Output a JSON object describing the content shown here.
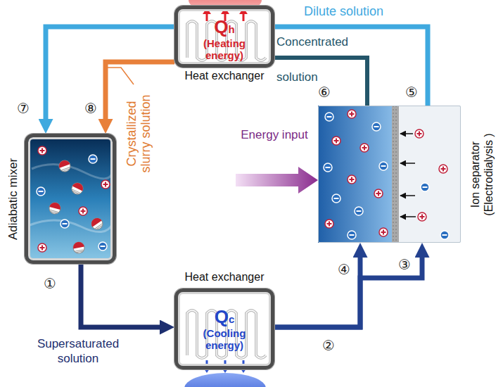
{
  "diagram": {
    "nodes": [
      {
        "text": [
          "Qh",
          "(Heating energy)",
          "Heat exchanger"
        ]
      },
      {
        "text": [
          "Adiabatic mixer"
        ]
      },
      {
        "text": [
          "Ion separator (Electrodialysis )"
        ]
      },
      {
        "text": [
          "Heat exchanger",
          "Qc",
          "(Cooling energy)"
        ]
      }
    ],
    "edges": [
      {
        "from": 2,
        "to": 0,
        "arrow": "none",
        "label": "Dilute solution"
      },
      {
        "from": 2,
        "to": 0,
        "arrow": "none",
        "label": "Concentrated solution"
      },
      {
        "from": 0,
        "to": 1,
        "arrow": "to"
      },
      {
        "from": 0,
        "to": 1,
        "arrow": "to"
      },
      {
        "from": 1,
        "to": 3,
        "arrow": "to",
        "label": "Supersaturated solution"
      },
      {
        "from": 3,
        "to": 2,
        "arrow": "to"
      },
      {
        "from": 3,
        "to": 2,
        "arrow": "to"
      }
    ],
    "labels": [
      "⑦",
      "⑧",
      "Crystallized slurry solution",
      "⑥",
      "⑤",
      "Energy input",
      "①",
      "④",
      "③",
      "②"
    ]
  }
}
